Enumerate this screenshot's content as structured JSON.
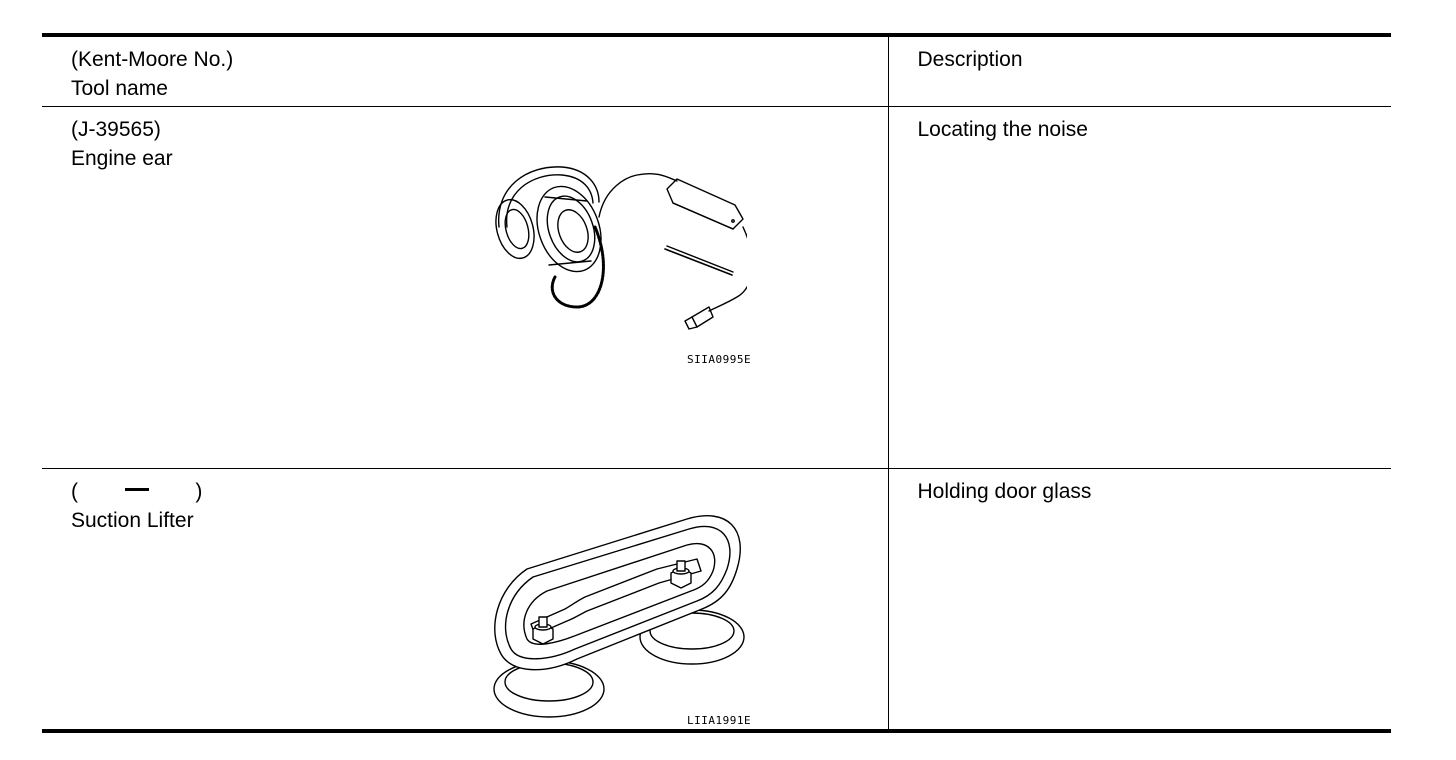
{
  "header": {
    "tool_col_line1": "(Kent-Moore No.)",
    "tool_col_line2": "Tool name",
    "desc_col": "Description"
  },
  "rows": [
    {
      "part_no": "(J-39565)",
      "tool_name": "Engine ear",
      "description": "Locating the noise",
      "figure_code": "SIIA0995E",
      "illustration_icon": "headphones-stethoscope-icon"
    },
    {
      "part_no_open": "(",
      "part_no_close": ")",
      "tool_name": "Suction Lifter",
      "description": "Holding door glass",
      "figure_code": "LIIA1991E",
      "illustration_icon": "suction-lifter-icon"
    }
  ]
}
